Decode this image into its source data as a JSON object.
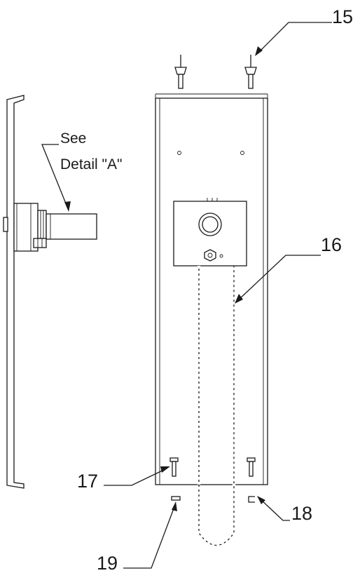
{
  "callouts": {
    "c15": "15",
    "c16": "16",
    "c17": "17",
    "c18": "18",
    "c19": "19"
  },
  "note": {
    "line1": "See",
    "line2": "Detail \"A\""
  },
  "colors": {
    "line": "#1a1a1a",
    "background": "#ffffff"
  }
}
